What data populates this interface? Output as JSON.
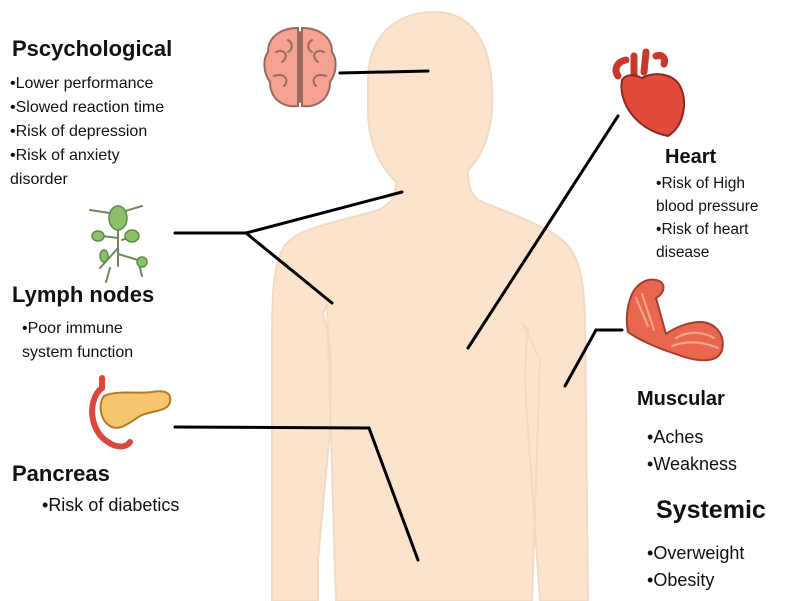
{
  "groups": {
    "psychological": {
      "title": "Pscychological",
      "items": [
        "Lower performance",
        "Slowed reaction time",
        "Risk of depression",
        "Risk of anxiety disorder"
      ]
    },
    "lymph": {
      "title": "Lymph nodes",
      "items": [
        "Poor immune system function"
      ]
    },
    "pancreas": {
      "title": "Pancreas",
      "items": [
        "Risk of diabetics"
      ]
    },
    "heart": {
      "title": "Heart",
      "items": [
        "Risk of High blood pressure",
        "Risk of heart disease"
      ]
    },
    "muscular": {
      "title": "Muscular",
      "items": [
        "Aches",
        "Weakness"
      ]
    },
    "systemic": {
      "title": "Systemic",
      "items": [
        "Overweight",
        "Obesity"
      ]
    }
  },
  "icons": {
    "brain": "brain-icon",
    "heart": "heart-icon",
    "lymph": "lymph-nodes-icon",
    "pancreas": "pancreas-icon",
    "muscle": "flexed-arm-icon"
  },
  "colors": {
    "body_fill": "#fbe3cd",
    "body_outline": "#f3ddc8",
    "connector": "#000000",
    "brain": "#f4a393",
    "heart": "#e24a3b",
    "lymph": "#8cc06a",
    "pancreas": "#f5c66d",
    "muscle": "#e8674e"
  }
}
